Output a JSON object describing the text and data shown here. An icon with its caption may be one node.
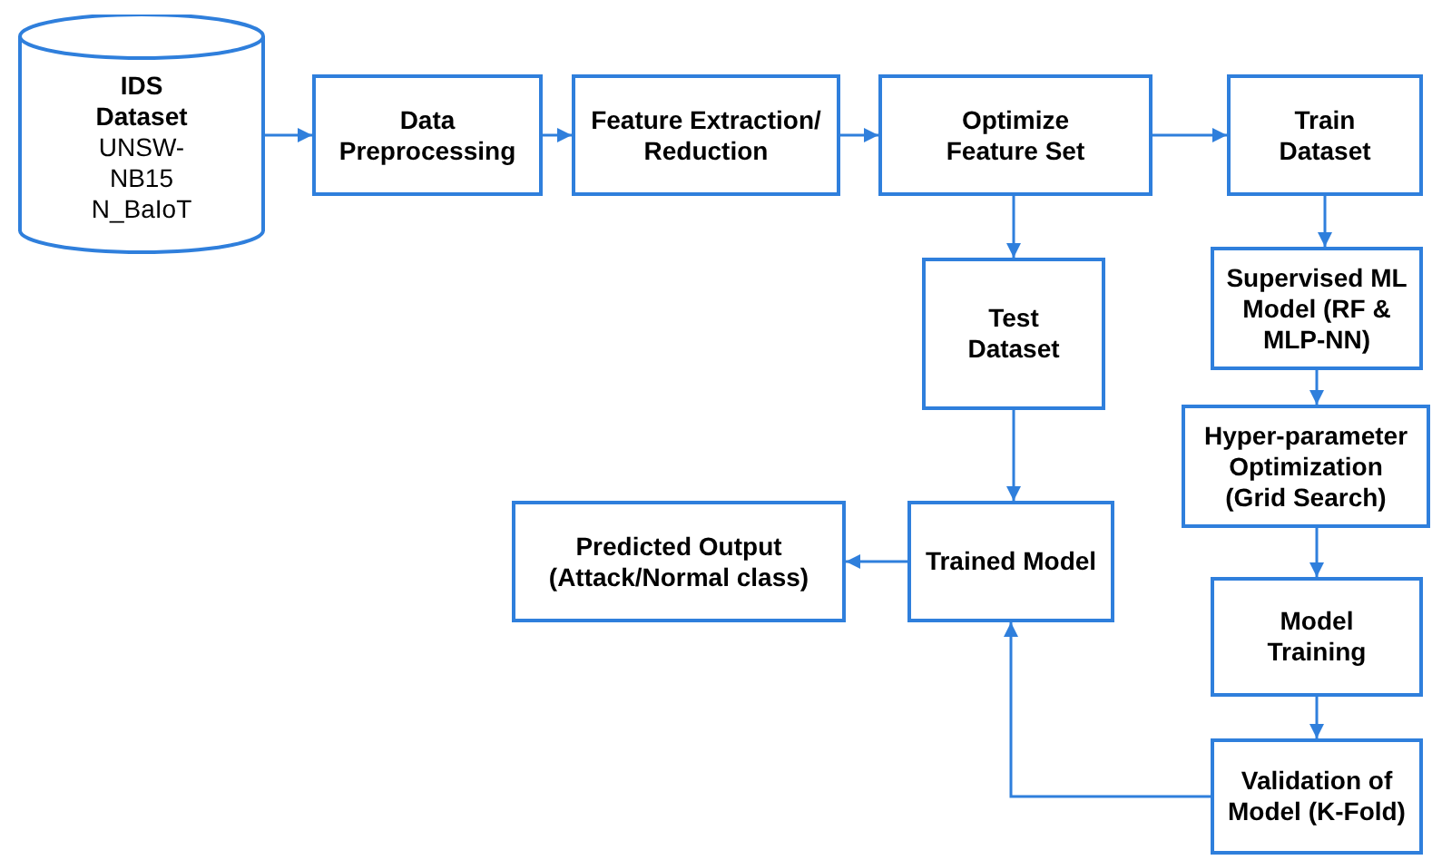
{
  "diagram": {
    "nodes": [
      {
        "text": [
          "IDS Dataset",
          "UNSW-NB15 N_BaIoT"
        ]
      },
      {
        "text": [
          "Data Preprocessing"
        ]
      },
      {
        "text": [
          "Feature Extraction/ Reduction"
        ]
      },
      {
        "text": [
          "Optimize Feature Set"
        ]
      },
      {
        "text": [
          "Train Dataset"
        ]
      },
      {
        "text": [
          "Test Dataset"
        ]
      },
      {
        "text": [
          "Supervised ML Model (RF & MLP-NN)"
        ]
      },
      {
        "text": [
          "Hyper-parameter Optimization (Grid Search)"
        ]
      },
      {
        "text": [
          "Trained Model"
        ]
      },
      {
        "text": [
          "Predicted Output (Attack/Normal class)"
        ]
      },
      {
        "text": [
          "Model Training"
        ]
      },
      {
        "text": [
          "Validation of Model (K-Fold)"
        ]
      }
    ],
    "edges": [
      {
        "from": 0,
        "to": 1,
        "arrow": "to"
      },
      {
        "from": 1,
        "to": 2,
        "arrow": "to"
      },
      {
        "from": 2,
        "to": 3,
        "arrow": "to"
      },
      {
        "from": 3,
        "to": 4,
        "arrow": "to"
      },
      {
        "from": 3,
        "to": 5,
        "arrow": "to"
      },
      {
        "from": 4,
        "to": 6,
        "arrow": "to"
      },
      {
        "from": 6,
        "to": 7,
        "arrow": "to"
      },
      {
        "from": 7,
        "to": 10,
        "arrow": "to"
      },
      {
        "from": 10,
        "to": 11,
        "arrow": "to"
      },
      {
        "from": 5,
        "to": 8,
        "arrow": "to"
      },
      {
        "from": 8,
        "to": 9,
        "arrow": "to"
      },
      {
        "from": 11,
        "to": 8,
        "arrow": "to"
      }
    ]
  }
}
